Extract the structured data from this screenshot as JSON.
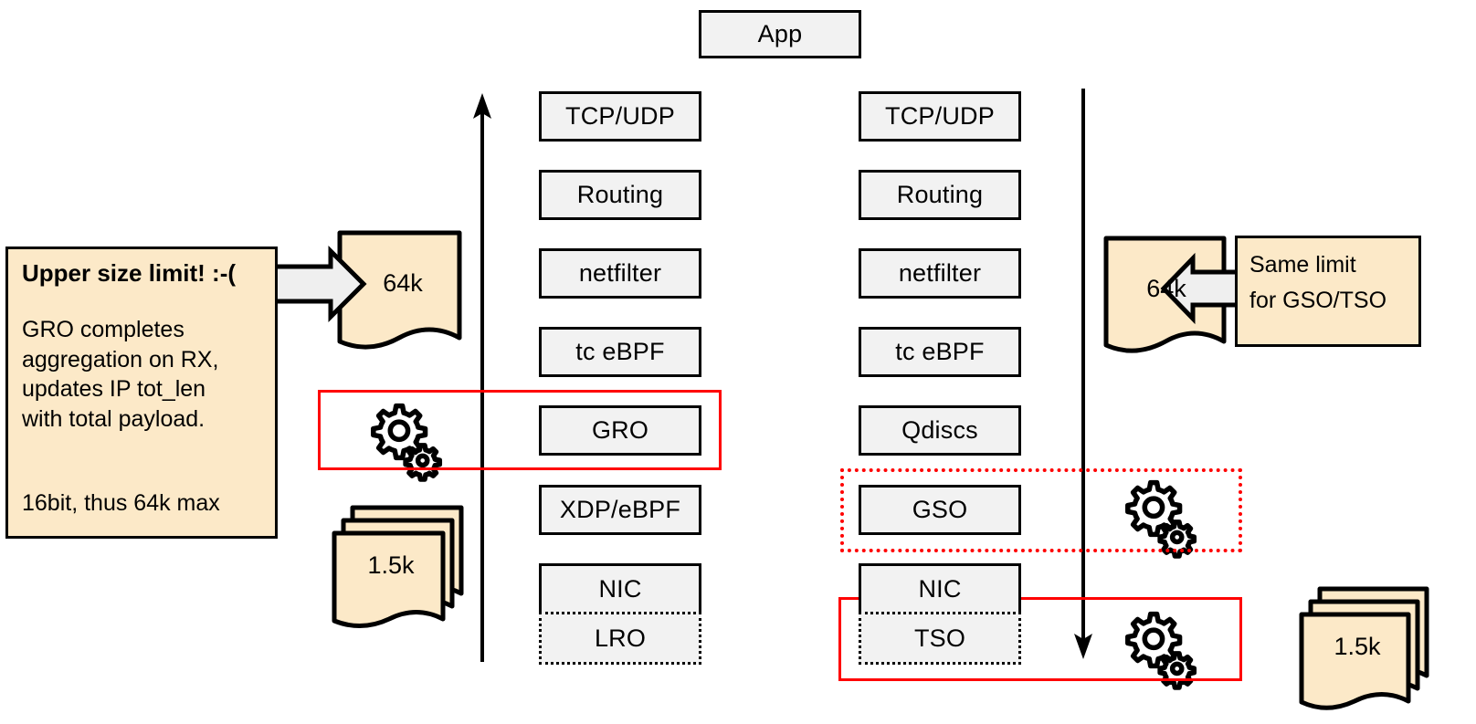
{
  "diagram": {
    "title_box": {
      "label": "App"
    },
    "rx_stack": {
      "name": "receive-path",
      "direction": "up",
      "boxes": [
        {
          "label": "TCP/UDP",
          "style": "solid"
        },
        {
          "label": "Routing",
          "style": "solid"
        },
        {
          "label": "netfilter",
          "style": "solid"
        },
        {
          "label": "tc eBPF",
          "style": "solid"
        },
        {
          "label": "GRO",
          "style": "solid"
        },
        {
          "label": "XDP/eBPF",
          "style": "solid"
        },
        {
          "label": "NIC",
          "style": "solid-no-bottom"
        },
        {
          "label": "LRO",
          "style": "dotted"
        }
      ]
    },
    "tx_stack": {
      "name": "transmit-path",
      "direction": "down",
      "boxes": [
        {
          "label": "TCP/UDP",
          "style": "solid"
        },
        {
          "label": "Routing",
          "style": "solid"
        },
        {
          "label": "netfilter",
          "style": "solid"
        },
        {
          "label": "tc eBPF",
          "style": "solid"
        },
        {
          "label": "Qdiscs",
          "style": "solid"
        },
        {
          "label": "GSO",
          "style": "solid"
        },
        {
          "label": "NIC",
          "style": "solid-no-bottom"
        },
        {
          "label": "TSO",
          "style": "dotted"
        }
      ]
    },
    "left_note": {
      "heading": "Upper size limit! :-(",
      "body": "GRO completes\naggregation on RX,\nupdates IP tot_len\nwith total payload.",
      "footer": "16bit, thus 64k max"
    },
    "right_note": {
      "line1": "Same limit",
      "line2": "for GSO/TSO"
    },
    "documents": {
      "rx_large": "64k",
      "rx_small": "1.5k",
      "tx_large": "64k",
      "tx_small": "1.5k"
    },
    "highlights": [
      {
        "name": "gro-highlight",
        "style": "solid-red"
      },
      {
        "name": "gso-highlight",
        "style": "dotted-red"
      },
      {
        "name": "tso-highlight",
        "style": "solid-red"
      }
    ],
    "gears": [
      {
        "name": "gears-gro"
      },
      {
        "name": "gears-gso"
      },
      {
        "name": "gears-tso"
      }
    ],
    "colors": {
      "cream": "#FCE9C8",
      "box_fill": "#F2F2F2",
      "outline": "#000000",
      "highlight_red": "#FF0000",
      "arrow_fill": "#EFEFEF"
    }
  }
}
